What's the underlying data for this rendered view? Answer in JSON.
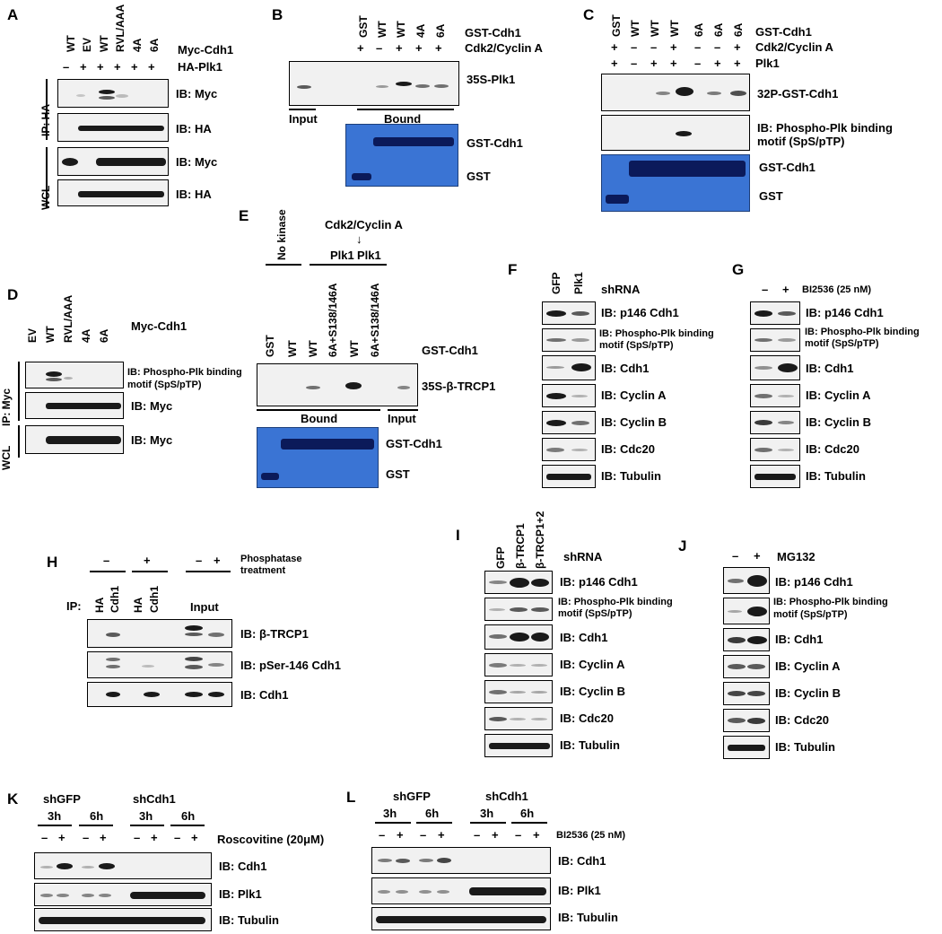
{
  "panels": {
    "A": {
      "letter": "A",
      "lanes": [
        "WT",
        "EV",
        "WT",
        "RVL/AAA",
        "4A",
        "6A"
      ],
      "row1_signs": [
        "–",
        "+",
        "+",
        "+",
        "+",
        "+"
      ],
      "row1_label": "Myc-Cdh1",
      "row2_label": "HA-Plk1",
      "side_ip": "IP: HA",
      "side_wcl": "WCL",
      "blots": [
        "IB: Myc",
        "IB: HA",
        "IB: Myc",
        "IB: HA"
      ]
    },
    "B": {
      "letter": "B",
      "lanes": [
        "GST",
        "WT",
        "WT",
        "4A",
        "6A"
      ],
      "row1_label": "GST-Cdh1",
      "row2_signs": [
        "+",
        "–",
        "+",
        "+",
        "+"
      ],
      "row2_label": "Cdk2/Cyclin A",
      "blot_label": "35S-Plk1",
      "input_label": "Input",
      "bound_label": "Bound",
      "gel_labels": [
        "GST-Cdh1",
        "GST"
      ]
    },
    "C": {
      "letter": "C",
      "lanes": [
        "GST",
        "WT",
        "WT",
        "WT",
        "6A",
        "6A",
        "6A"
      ],
      "row1_label": "GST-Cdh1",
      "row2_signs": [
        "+",
        "–",
        "–",
        "+",
        "–",
        "–",
        "+"
      ],
      "row2_label": "Cdk2/Cyclin A",
      "row3_signs": [
        "+",
        "–",
        "+",
        "+",
        "–",
        "+",
        "+"
      ],
      "row3_label": "Plk1",
      "blot1_label": "32P-GST-Cdh1",
      "blot2_label_1": "IB: Phospho-Plk binding",
      "blot2_label_2": "motif (SpS/pTP)",
      "gel_labels": [
        "GST-Cdh1",
        "GST"
      ]
    },
    "D": {
      "letter": "D",
      "lanes": [
        "EV",
        "WT",
        "RVL/AAA",
        "4A",
        "6A"
      ],
      "row1_label": "Myc-Cdh1",
      "side_ip": "IP: Myc",
      "side_wcl": "WCL",
      "blot1_label_1": "IB: Phospho-Plk binding",
      "blot1_label_2": "motif (SpS/pTP)",
      "blot2_label": "IB: Myc",
      "blot3_label": "IB: Myc"
    },
    "E": {
      "letter": "E",
      "top_label": "Cdk2/Cyclin A",
      "arrow": "↓",
      "no_kinase": "No kinase",
      "plk1_a": "Plk1",
      "plk1_b": "Plk1",
      "lanes": [
        "GST",
        "WT",
        "WT",
        "6A+S138/146A",
        "WT",
        "6A+S138/146A"
      ],
      "row1_label": "GST-Cdh1",
      "blot_label": "35S-β-TRCP1",
      "bound_label": "Bound",
      "input_label": "Input",
      "gel_labels": [
        "GST-Cdh1",
        "GST"
      ]
    },
    "F": {
      "letter": "F",
      "lanes": [
        "GFP",
        "Plk1"
      ],
      "header": "shRNA",
      "blots": [
        "IB: p146 Cdh1",
        "IB: Phospho-Plk binding",
        "IB: Cdh1",
        "IB: Cyclin A",
        "IB: Cyclin B",
        "IB: Cdc20",
        "IB: Tubulin"
      ],
      "motif": "motif (SpS/pTP)"
    },
    "G": {
      "letter": "G",
      "lanes": [
        "–",
        "+"
      ],
      "header": "BI2536 (25 nM)",
      "blots": [
        "IB: p146 Cdh1",
        "IB: Phospho-Plk binding",
        "IB: Cdh1",
        "IB: Cyclin A",
        "IB: Cyclin B",
        "IB: Cdc20",
        "IB: Tubulin"
      ],
      "motif": "motif (SpS/pTP)"
    },
    "H": {
      "letter": "H",
      "signs": [
        "–",
        "+",
        "–",
        "+"
      ],
      "treat_1": "Phosphatase",
      "treat_2": "treatment",
      "ip_label": "IP:",
      "lanes": [
        "HA",
        "Cdh1",
        "HA",
        "Cdh1"
      ],
      "input_label": "Input",
      "blots": [
        "IB: β-TRCP1",
        "IB: pSer-146 Cdh1",
        "IB: Cdh1"
      ]
    },
    "I": {
      "letter": "I",
      "lanes": [
        "GFP",
        "β-TRCP1",
        "β-TRCP1+2"
      ],
      "header": "shRNA",
      "blots": [
        "IB: p146 Cdh1",
        "IB: Phospho-Plk binding",
        "IB: Cdh1",
        "IB: Cyclin A",
        "IB: Cyclin B",
        "IB: Cdc20",
        "IB: Tubulin"
      ],
      "motif": "motif (SpS/pTP)"
    },
    "J": {
      "letter": "J",
      "lanes": [
        "–",
        "+"
      ],
      "header": "MG132",
      "blots": [
        "IB: p146 Cdh1",
        "IB: Phospho-Plk binding",
        "IB: Cdh1",
        "IB: Cyclin A",
        "IB: Cyclin B",
        "IB: Cdc20",
        "IB: Tubulin"
      ],
      "motif": "motif (SpS/pTP)"
    },
    "K": {
      "letter": "K",
      "groups": [
        "shGFP",
        "shCdh1"
      ],
      "times": [
        "3h",
        "6h",
        "3h",
        "6h"
      ],
      "signs": [
        "–",
        "+",
        "–",
        "+",
        "–",
        "+",
        "–",
        "+"
      ],
      "treat": "Roscovitine (20μM)",
      "blots": [
        "IB: Cdh1",
        "IB: Plk1",
        "IB: Tubulin"
      ]
    },
    "L": {
      "letter": "L",
      "groups": [
        "shGFP",
        "shCdh1"
      ],
      "times": [
        "3h",
        "6h",
        "3h",
        "6h"
      ],
      "signs": [
        "–",
        "+",
        "–",
        "+",
        "–",
        "+",
        "–",
        "+"
      ],
      "treat": "BI2536 (25 nM)",
      "blots": [
        "IB: Cdh1",
        "IB: Plk1",
        "IB: Tubulin"
      ]
    }
  }
}
